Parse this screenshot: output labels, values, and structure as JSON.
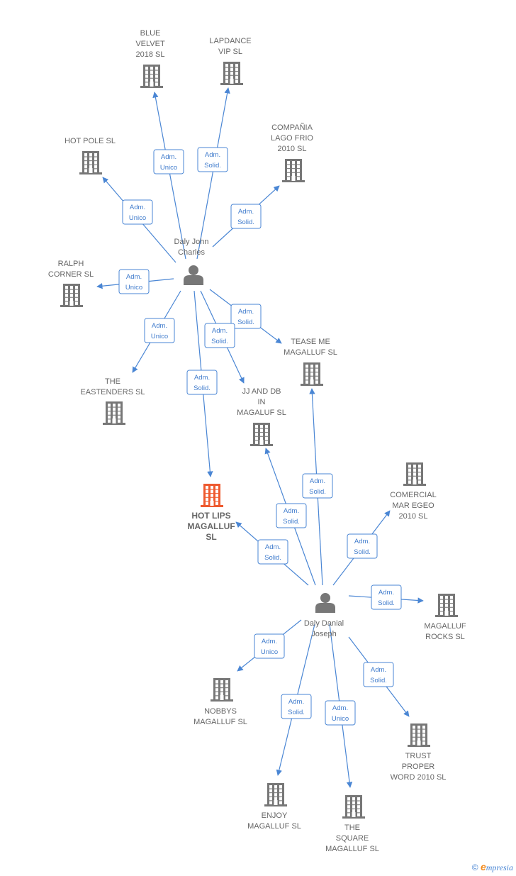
{
  "colors": {
    "edge": "#4a86d4",
    "company": "#777777",
    "focus_company": "#ee5a2f",
    "person": "#777777",
    "label": "#666666"
  },
  "people": [
    {
      "id": "p1",
      "name": [
        "Daly John",
        "Charles"
      ]
    },
    {
      "id": "p2",
      "name": [
        "Daly Danial",
        "Joseph"
      ]
    }
  ],
  "companies": [
    {
      "id": "c_blue",
      "name": [
        "BLUE",
        "VELVET",
        "2018  SL"
      ]
    },
    {
      "id": "c_lap",
      "name": [
        "LAPDANCE",
        "VIP SL"
      ]
    },
    {
      "id": "c_hotpole",
      "name": [
        "HOT POLE  SL"
      ]
    },
    {
      "id": "c_comp",
      "name": [
        "COMPAÑIA",
        "LAGO FRIO",
        "2010 SL"
      ]
    },
    {
      "id": "c_ralph",
      "name": [
        "RALPH",
        "CORNER  SL"
      ]
    },
    {
      "id": "c_tease",
      "name": [
        "TEASE ME",
        "MAGALLUF  SL"
      ]
    },
    {
      "id": "c_east",
      "name": [
        "THE",
        "EASTENDERS SL"
      ]
    },
    {
      "id": "c_jj",
      "name": [
        "JJ AND DB",
        "IN",
        "MAGALUF  SL"
      ]
    },
    {
      "id": "c_hotlips",
      "name": [
        "HOT LIPS",
        "MAGALLUF",
        "SL"
      ],
      "focus": true
    },
    {
      "id": "c_comercial",
      "name": [
        "COMERCIAL",
        "MAR EGEO",
        "2010 SL"
      ]
    },
    {
      "id": "c_rocks",
      "name": [
        "MAGALLUF",
        "ROCKS SL"
      ]
    },
    {
      "id": "c_nobbys",
      "name": [
        "NOBBYS",
        "MAGALLUF  SL"
      ]
    },
    {
      "id": "c_trust",
      "name": [
        "TRUST",
        "PROPER",
        "WORD 2010 SL"
      ]
    },
    {
      "id": "c_enjoy",
      "name": [
        "ENJOY",
        "MAGALLUF SL"
      ]
    },
    {
      "id": "c_square",
      "name": [
        "THE",
        "SQUARE",
        "MAGALLUF  SL"
      ]
    }
  ],
  "edges": [
    {
      "from": "p1",
      "to": "c_blue",
      "label": [
        "Adm.",
        "Unico"
      ]
    },
    {
      "from": "p1",
      "to": "c_lap",
      "label": [
        "Adm.",
        "Solid."
      ]
    },
    {
      "from": "p1",
      "to": "c_hotpole",
      "label": [
        "Adm.",
        "Unico"
      ]
    },
    {
      "from": "p1",
      "to": "c_comp",
      "label": [
        "Adm.",
        "Solid."
      ]
    },
    {
      "from": "p1",
      "to": "c_ralph",
      "label": [
        "Adm.",
        "Unico"
      ]
    },
    {
      "from": "p1",
      "to": "c_tease",
      "label": [
        "Adm.",
        "Solid."
      ]
    },
    {
      "from": "p1",
      "to": "c_east",
      "label": [
        "Adm.",
        "Unico"
      ]
    },
    {
      "from": "p1",
      "to": "c_jj",
      "label": [
        "Adm.",
        "Solid."
      ]
    },
    {
      "from": "p1",
      "to": "c_hotlips",
      "label": [
        "Adm.",
        "Solid."
      ]
    },
    {
      "from": "p2",
      "to": "c_tease",
      "label": [
        "Adm.",
        "Solid."
      ]
    },
    {
      "from": "p2",
      "to": "c_jj",
      "label": [
        "Adm.",
        "Solid."
      ]
    },
    {
      "from": "p2",
      "to": "c_hotlips",
      "label": [
        "Adm.",
        "Solid."
      ]
    },
    {
      "from": "p2",
      "to": "c_comercial",
      "label": [
        "Adm.",
        "Solid."
      ]
    },
    {
      "from": "p2",
      "to": "c_rocks",
      "label": [
        "Adm.",
        "Solid."
      ]
    },
    {
      "from": "p2",
      "to": "c_nobbys",
      "label": [
        "Adm.",
        "Unico"
      ]
    },
    {
      "from": "p2",
      "to": "c_trust",
      "label": [
        "Adm.",
        "Solid."
      ]
    },
    {
      "from": "p2",
      "to": "c_enjoy",
      "label": [
        "Adm.",
        "Solid."
      ]
    },
    {
      "from": "p2",
      "to": "c_square",
      "label": [
        "Adm.",
        "Unico"
      ]
    }
  ],
  "footer": {
    "copyright": "©",
    "brand_initial": "e",
    "brand_rest": "mpresia"
  }
}
